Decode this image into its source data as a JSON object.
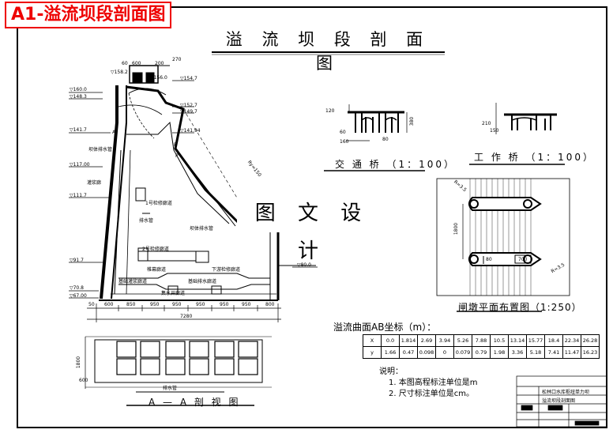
{
  "header": {
    "label": "A1-溢流坝段剖面图"
  },
  "drawing": {
    "title": "溢 流 坝 段 剖 面 图",
    "watermark": "图 文 设 计"
  },
  "section": {
    "elevations": [
      "▽158.2",
      "▽160.0",
      "▽156.0",
      "▽154.7",
      "▽152.7",
      "▽149.7",
      "▽148.3",
      "▽141.7",
      "▽141.94",
      "▽117.00",
      "▽111.7",
      "▽91.7",
      "▽70.8",
      "▽67.00",
      "▽80.0"
    ],
    "top_dims": [
      "60",
      "600",
      "200",
      "270"
    ],
    "bottom_dims": [
      "50",
      "600",
      "850",
      "950",
      "950",
      "950",
      "950",
      "950",
      "800"
    ],
    "total_dim": "7280",
    "labels": {
      "point_a": "A",
      "point_b": "B",
      "point_p": "P",
      "drain_1": "坝体排水管",
      "drain_2": "坝体排水管",
      "gallery": "灌浆廊",
      "inspect_1": "1号检修廊道",
      "drain_pipe": "排水管",
      "inspect_2": "2号检修廊道",
      "curtain": "帷幕廊道",
      "downstream": "下游检修廊道",
      "foundation": "基础灌浆廊道",
      "foundation_drain": "基础排水廊道",
      "drain_gallery": "集水井廊道",
      "steps": "Ry=150"
    }
  },
  "bridge_traffic": {
    "caption": "交 通 桥 （1：100）",
    "dims": [
      "120",
      "60",
      "160",
      "80",
      "380"
    ]
  },
  "bridge_work": {
    "caption": "工 作 桥 （1：100）",
    "dims": [
      "210",
      "150"
    ]
  },
  "gate_plan": {
    "caption": "闸墩平面布置图（1:250）",
    "dims": [
      "1800",
      "80",
      "700",
      "R=3.5",
      "R=3.5"
    ]
  },
  "section_aa": {
    "caption": "A — A  剖 视 图",
    "dims": [
      "1800",
      "600"
    ],
    "label": "排水管"
  },
  "coords": {
    "title": "溢流曲面AB坐标（m）：",
    "rows": [
      {
        "axis": "X",
        "values": [
          "0.0",
          "1.814",
          "2.69",
          "3.94",
          "5.26",
          "7.88",
          "10.5",
          "13.14",
          "15.77",
          "18.4",
          "22.34",
          "26.28"
        ]
      },
      {
        "axis": "y",
        "values": [
          "1.66",
          "0.47",
          "0.098",
          "0",
          "0.079",
          "0.79",
          "1.98",
          "3.36",
          "5.18",
          "7.41",
          "11.47",
          "16.23"
        ]
      }
    ]
  },
  "notes": {
    "heading": "说明：",
    "items": [
      "1. 本图高程标注单位是m",
      "2. 尺寸标注单位是cm。"
    ]
  },
  "title_block": {
    "project": "松林口水库枢纽单力坝",
    "drawing_name": "溢流坝段剖面图"
  },
  "colors": {
    "header_red": "#e00000",
    "line": "#000000"
  }
}
